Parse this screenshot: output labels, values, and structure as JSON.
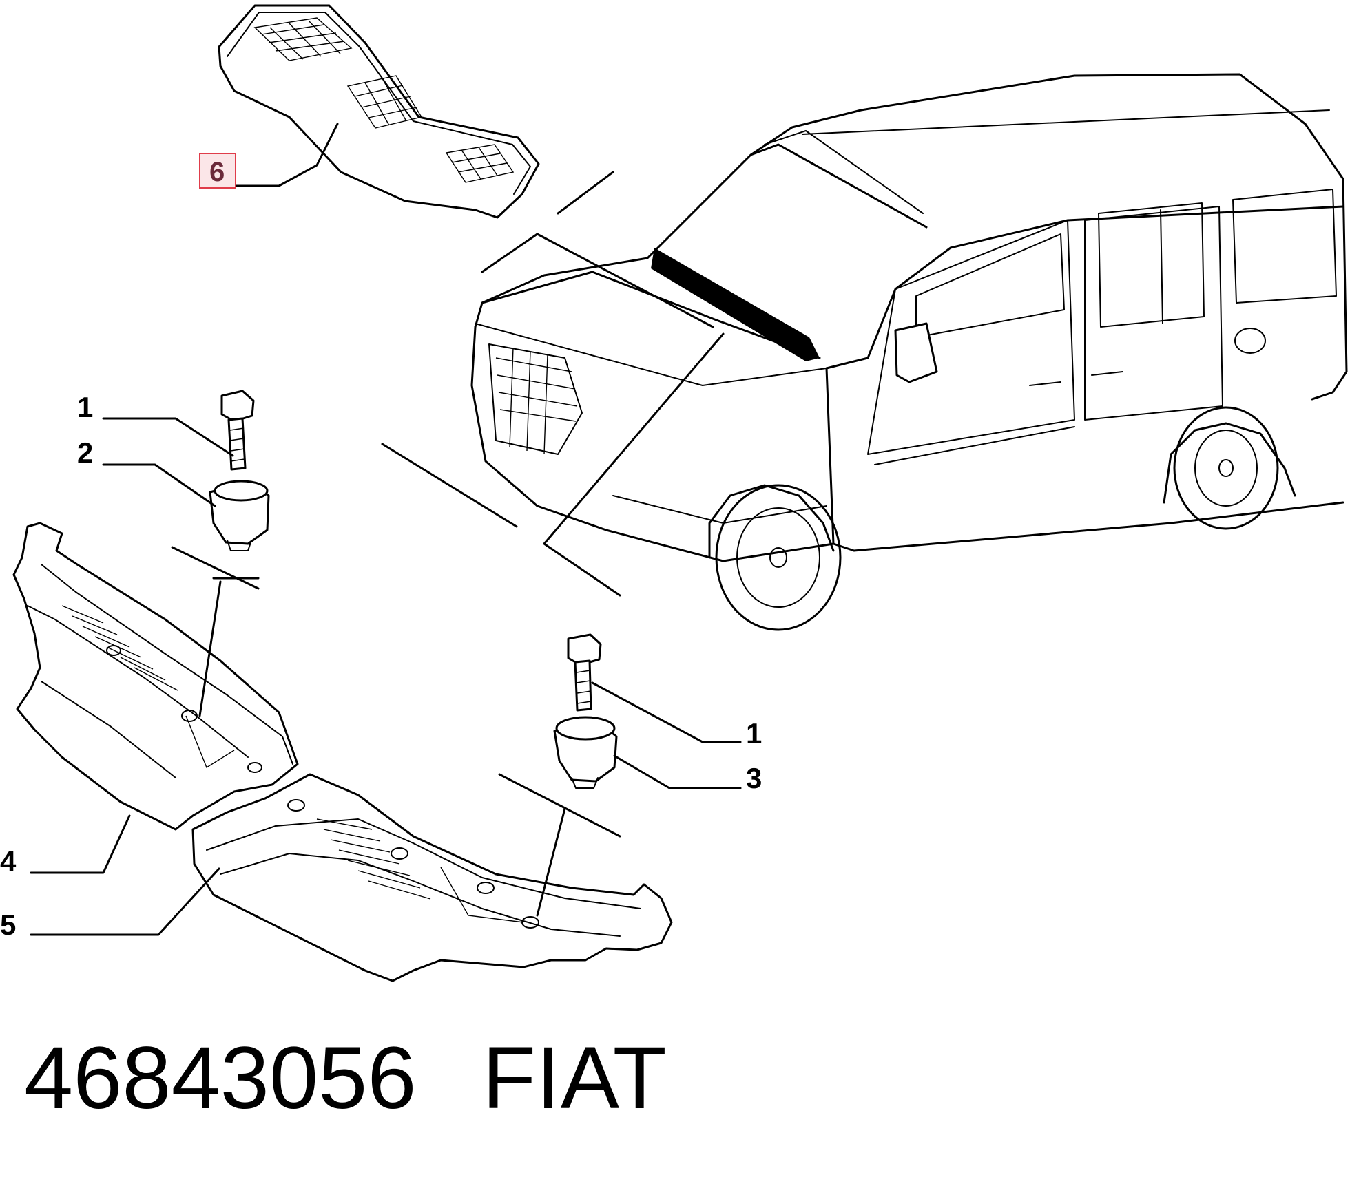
{
  "callouts": {
    "c1a": "1",
    "c2": "2",
    "c1b": "1",
    "c3": "3",
    "c4": "4",
    "c5": "5",
    "c6": "6"
  },
  "footer": {
    "part_number": "46843056",
    "brand": "FIAT"
  },
  "colors": {
    "highlight_border": "#e03c4a",
    "highlight_fill": "#fbe6e8",
    "callout_6_text": "#6b2a3a"
  }
}
